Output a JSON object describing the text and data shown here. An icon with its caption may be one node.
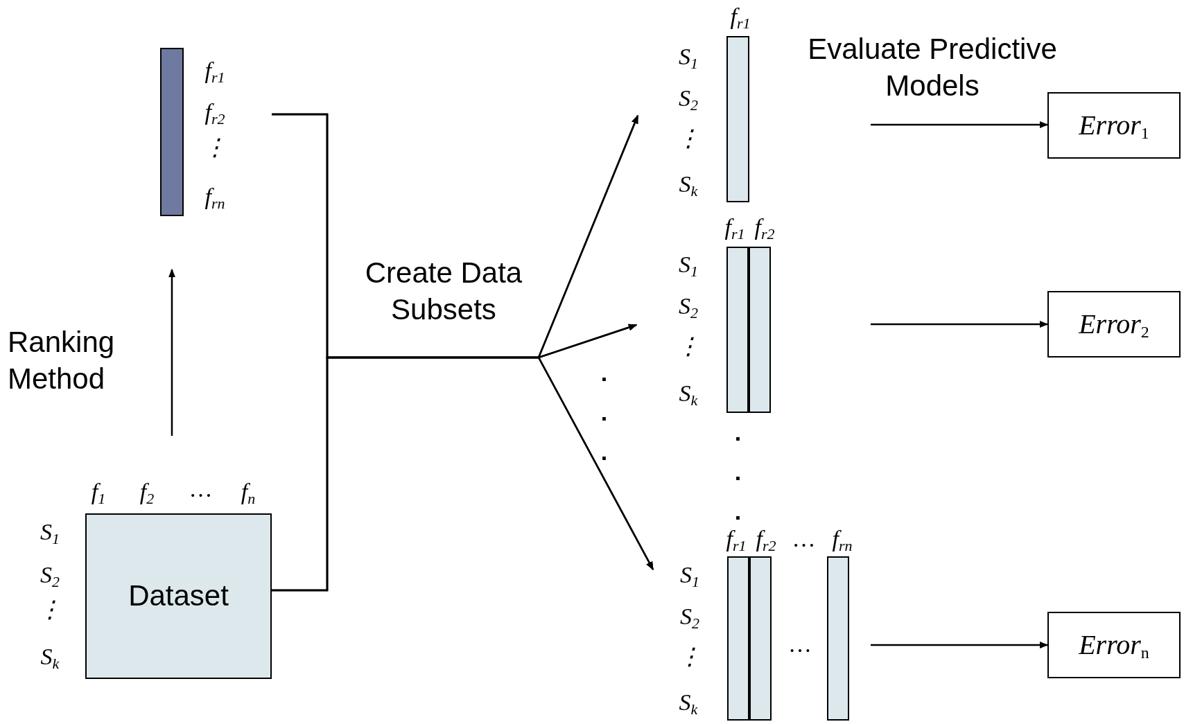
{
  "diagram": {
    "nodes": [
      {
        "text": [],
        "shape": "bar",
        "beside": [
          "f$_{r1}$",
          "f$_{r2}$",
          "⋮",
          "f$_{rn}$"
        ]
      },
      {
        "text": [
          "Dataset"
        ],
        "beside": [
          "f$_{1}$",
          "f$_{2}$",
          "…",
          "f$_{n}$",
          "S$_{1}$",
          "S$_{2}$",
          "⋮",
          "S$_{k}$"
        ]
      },
      {
        "text": [],
        "shape": "bar",
        "beside": [
          "f$_{r1}$",
          "S$_{1}$",
          "S$_{2}$",
          "⋮",
          "S$_{k}$"
        ]
      },
      {
        "text": [],
        "shape": "bar",
        "beside": [
          "f$_{r1}$",
          "f$_{r2}$",
          "S$_{1}$",
          "S$_{2}$",
          "⋮",
          "S$_{k}$"
        ]
      },
      {
        "text": [
          "…"
        ],
        "beside": [
          "f$_{r1}$",
          "f$_{r2}$",
          "…",
          "f$_{rn}$",
          "S$_{1}$",
          "S$_{2}$",
          "⋮",
          "S$_{k}$"
        ]
      },
      {
        "text": [
          "Error$_{1}$"
        ]
      },
      {
        "text": [
          "Error$_{2}$"
        ]
      },
      {
        "text": [
          "Error$_{n}$"
        ]
      }
    ],
    "edges": [
      {
        "from": 1,
        "to": 0,
        "arrow": "to"
      },
      {
        "from": 1,
        "to": 2,
        "arrow": "to"
      },
      {
        "from": 1,
        "to": 3,
        "arrow": "to"
      },
      {
        "from": 1,
        "to": 4,
        "arrow": "to"
      },
      {
        "from": 0,
        "to": 2,
        "arrow": "to"
      },
      {
        "from": 0,
        "to": 3,
        "arrow": "to"
      },
      {
        "from": 0,
        "to": 4,
        "arrow": "to"
      },
      {
        "from": null,
        "to": 5,
        "arrow": "to"
      },
      {
        "from": null,
        "to": 6,
        "arrow": "to"
      },
      {
        "from": null,
        "to": 7,
        "arrow": "to"
      }
    ],
    "labels": [
      "Ranking Method",
      "Create Data Subsets",
      "Evaluate Predictive Models",
      "...",
      "..."
    ]
  }
}
